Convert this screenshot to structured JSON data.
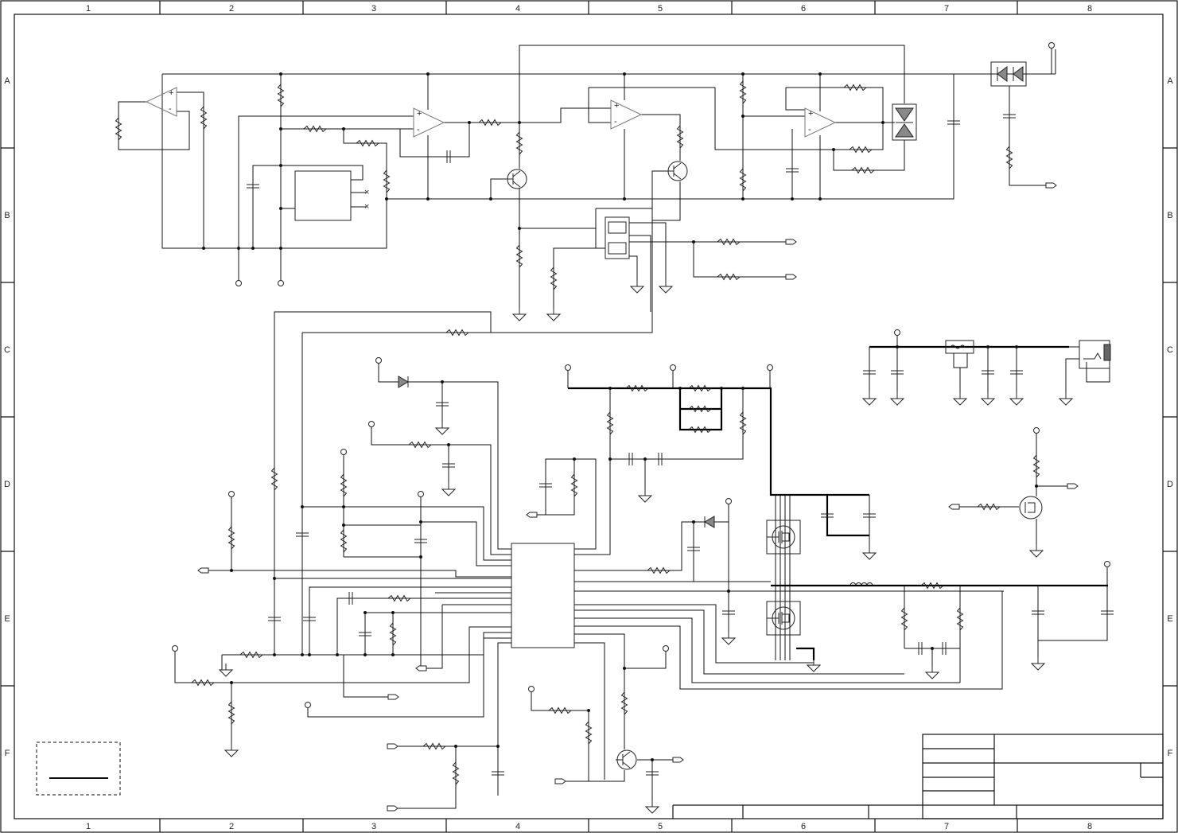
{
  "sheet": {
    "column_labels": [
      "1",
      "2",
      "3",
      "4",
      "5",
      "6",
      "7",
      "8"
    ],
    "row_labels": [
      "A",
      "B",
      "C",
      "D",
      "E",
      "F"
    ]
  },
  "colors": {
    "ink": "#111111",
    "component_fill": "#888888",
    "paper": "#ffffff"
  },
  "icons": [
    "resistor-icon",
    "capacitor-icon",
    "opamp-icon",
    "transistor-icon",
    "mosfet-icon",
    "diode-icon",
    "ground-icon",
    "terminal-icon",
    "port-icon",
    "inductor-icon",
    "connector-icon"
  ]
}
